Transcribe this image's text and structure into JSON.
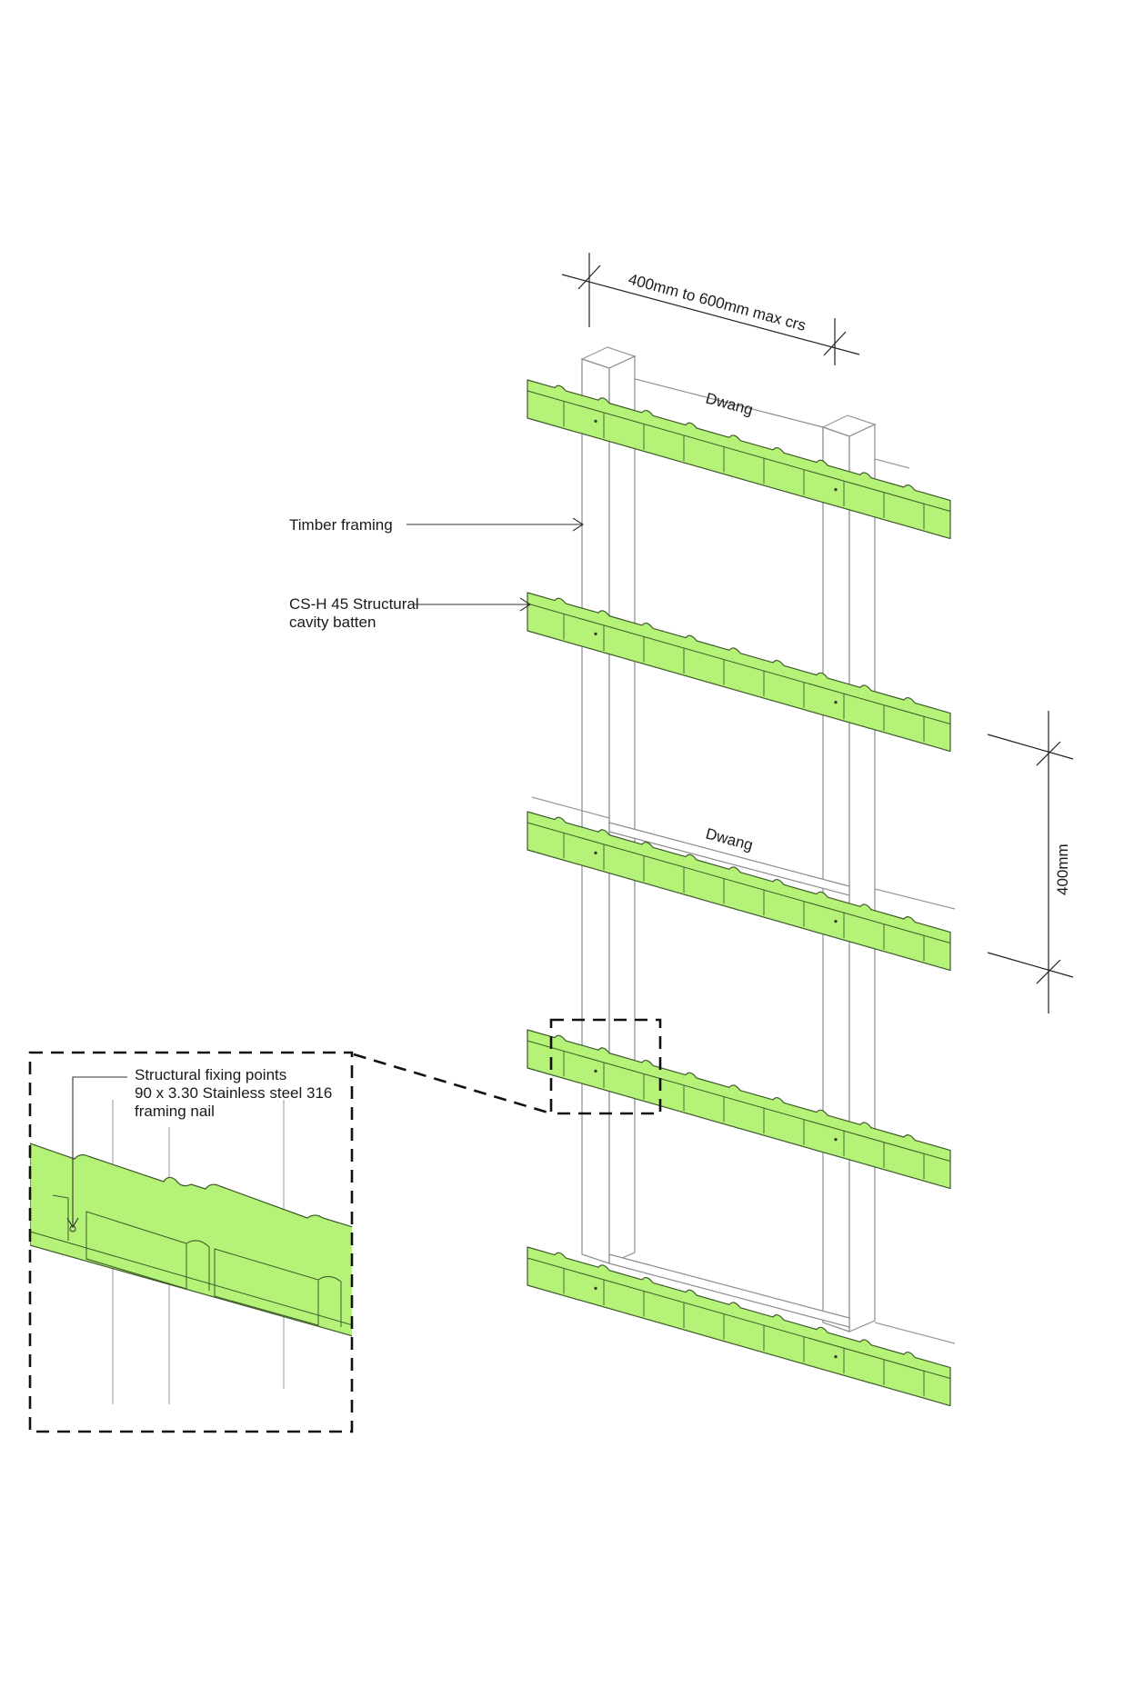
{
  "labels": {
    "dim_spacing": "400mm to 600mm max crs",
    "dwang_top": "Dwang",
    "dwang_mid": "Dwang",
    "timber_framing": "Timber framing",
    "batten_line1": "CS-H 45 Structural",
    "batten_line2": "cavity batten",
    "dim_vertical": "400mm",
    "fixing_line1": "Structural fixing points",
    "fixing_line2": "90 x 3.30 Stainless steel 316",
    "fixing_line3": "framing nail"
  },
  "colors": {
    "batten_fill": "#b5f278",
    "batten_stroke": "#3f5a2a",
    "framing_stroke": "#9a9a9a"
  }
}
